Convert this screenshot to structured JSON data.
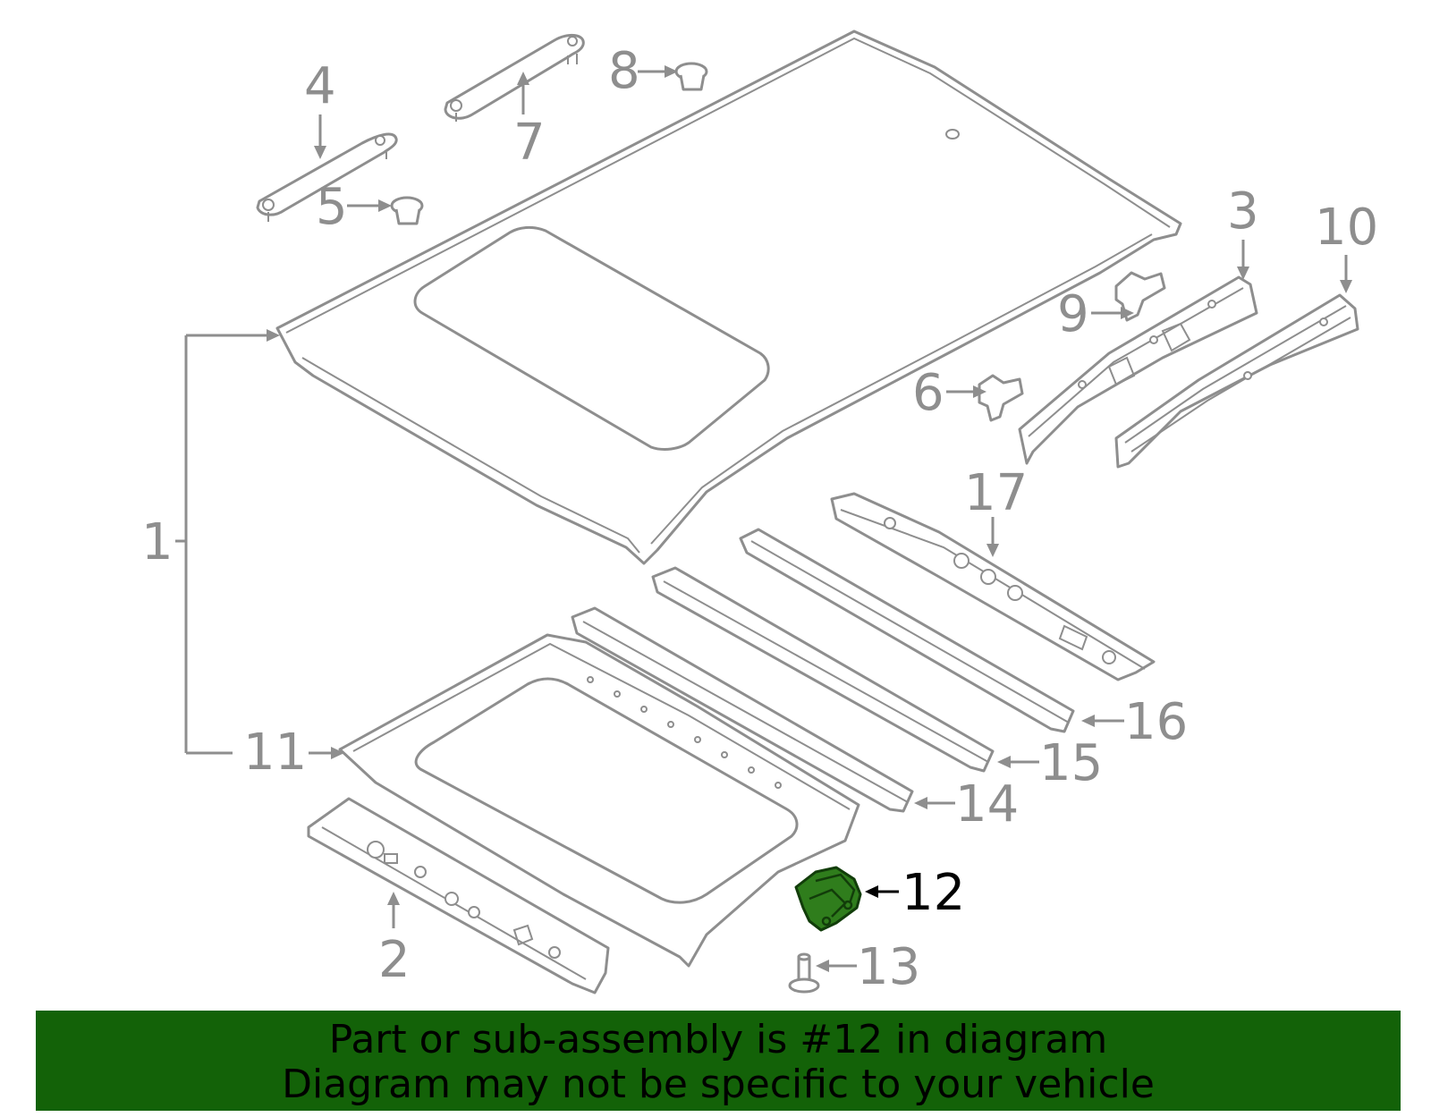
{
  "callouts": {
    "c1": "1",
    "c2": "2",
    "c3": "3",
    "c4": "4",
    "c5": "5",
    "c6": "6",
    "c7": "7",
    "c8": "8",
    "c9": "9",
    "c10": "10",
    "c11": "11",
    "c12": "12",
    "c13": "13",
    "c14": "14",
    "c15": "15",
    "c16": "16",
    "c17": "17"
  },
  "highlighted_part": "12",
  "banner": {
    "line1": "Part or sub-assembly is #12 in diagram",
    "line2": "Diagram may not be specific to your vehicle"
  },
  "colors": {
    "line_art": "#8e8e8e",
    "highlight_part": "#2f7d1c",
    "banner_background": "#136208",
    "banner_text": "#000000"
  }
}
